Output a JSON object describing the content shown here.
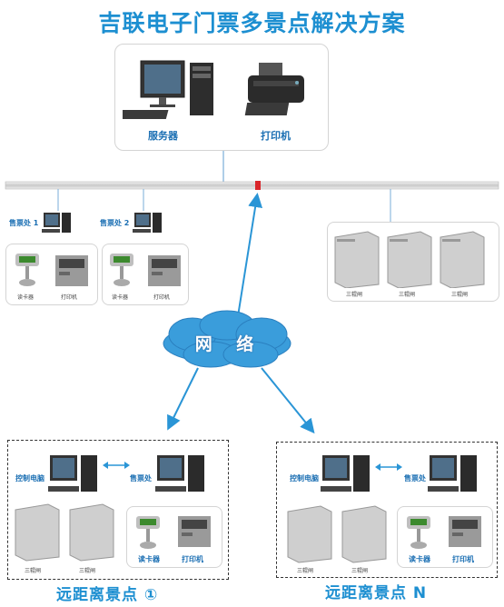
{
  "title": "吉联电子门票多景点解决方案",
  "server_box": {
    "server_label": "服务器",
    "printer_label": "打印机"
  },
  "ticket_stations": [
    {
      "label": "售票处 1",
      "reader_label": "读卡器",
      "printer_label": "打印机"
    },
    {
      "label": "售票处 2",
      "reader_label": "读卡器",
      "printer_label": "打印机"
    }
  ],
  "gate_group": {
    "gate_labels": [
      "三辊闸",
      "三辊闸",
      "三辊闸"
    ]
  },
  "network": {
    "label": "网 络"
  },
  "remote_sites": [
    {
      "label": "远距离景点 ①",
      "control_pc_label": "控制电脑",
      "ticket_label": "售票处",
      "reader_label": "读卡器",
      "printer_label": "打印机",
      "gate_labels": [
        "三辊闸",
        "三辊闸"
      ]
    },
    {
      "label": "远距离景点 N",
      "control_pc_label": "控制电脑",
      "ticket_label": "售票处",
      "reader_label": "读卡器",
      "printer_label": "打印机",
      "gate_labels": [
        "三辊闸",
        "三辊闸"
      ]
    }
  ],
  "colors": {
    "title": "#1d8fd1",
    "arrow": "#2a95d6",
    "bus_marker": "#d9252a",
    "cloud": "#3a9ddb"
  }
}
